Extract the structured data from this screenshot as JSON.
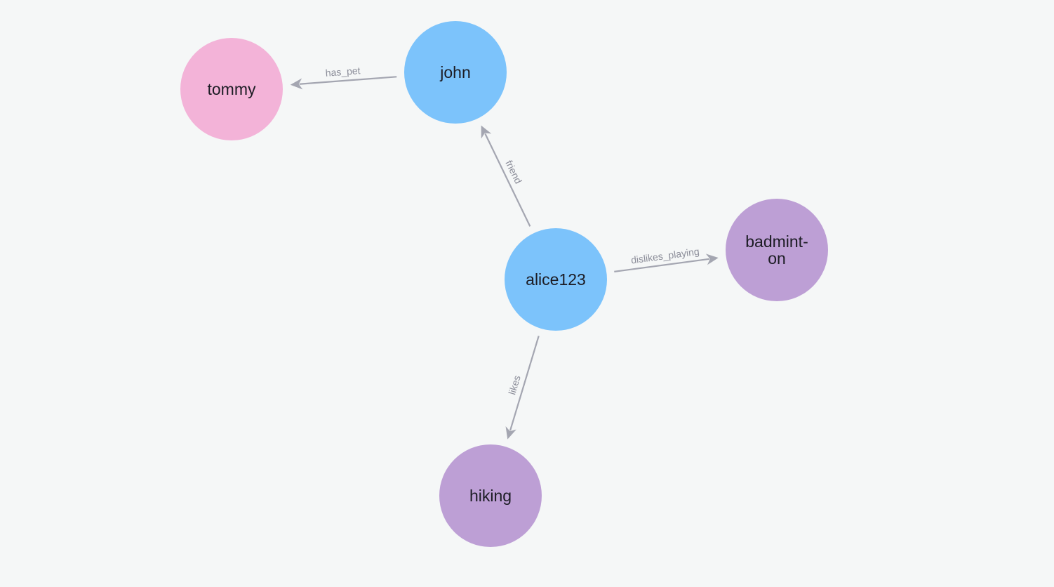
{
  "graph": {
    "colors": {
      "background": "#f5f7f7",
      "person": "#7cc3fb",
      "pet": "#f3b3d8",
      "activity": "#bd9fd5",
      "edge": "#a4a6b1",
      "edge_label": "#8b8d99",
      "node_text": "#1c1c24"
    },
    "nodes": [
      {
        "id": "tommy",
        "kind": "pet",
        "lines": [
          "tommy"
        ]
      },
      {
        "id": "john",
        "kind": "person",
        "lines": [
          "john"
        ]
      },
      {
        "id": "alice123",
        "kind": "person",
        "lines": [
          "alice123"
        ]
      },
      {
        "id": "badminton",
        "kind": "activity",
        "lines": [
          "badmint-",
          "on"
        ]
      },
      {
        "id": "hiking",
        "kind": "activity",
        "lines": [
          "hiking"
        ]
      }
    ],
    "edges": [
      {
        "id": "has_pet",
        "from": "john",
        "to": "tommy",
        "label": "has_pet"
      },
      {
        "id": "friend",
        "from": "alice123",
        "to": "john",
        "label": "friend"
      },
      {
        "id": "dislikes_playing",
        "from": "alice123",
        "to": "badminton",
        "label": "dislikes_playing"
      },
      {
        "id": "likes",
        "from": "alice123",
        "to": "hiking",
        "label": "likes"
      }
    ]
  }
}
